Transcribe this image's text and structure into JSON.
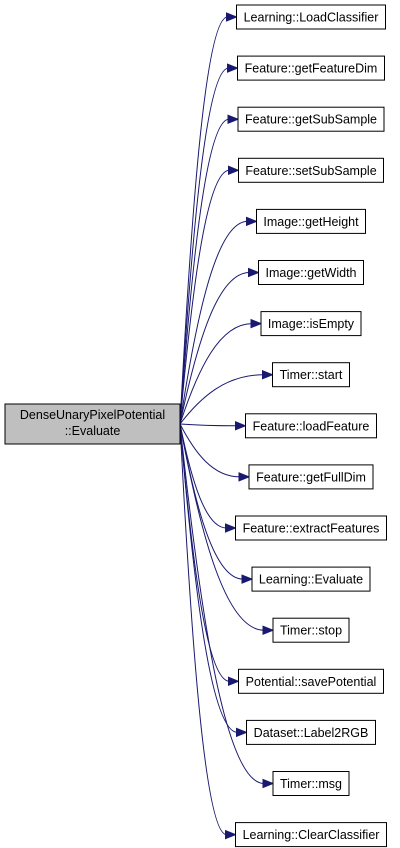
{
  "root": {
    "line1": "DenseUnaryPixelPotential",
    "line2": "::Evaluate"
  },
  "callees": [
    "Learning::LoadClassifier",
    "Feature::getFeatureDim",
    "Feature::getSubSample",
    "Feature::setSubSample",
    "Image::getHeight",
    "Image::getWidth",
    "Image::isEmpty",
    "Timer::start",
    "Feature::loadFeature",
    "Feature::getFullDim",
    "Feature::extractFeatures",
    "Learning::Evaluate",
    "Timer::stop",
    "Potential::savePotential",
    "Dataset::Label2RGB",
    "Timer::msg",
    "Learning::ClearClassifier"
  ],
  "colors": {
    "edge": "#191970",
    "root_fill": "#bfbfbf",
    "node_fill": "#ffffff",
    "border": "#000000"
  }
}
